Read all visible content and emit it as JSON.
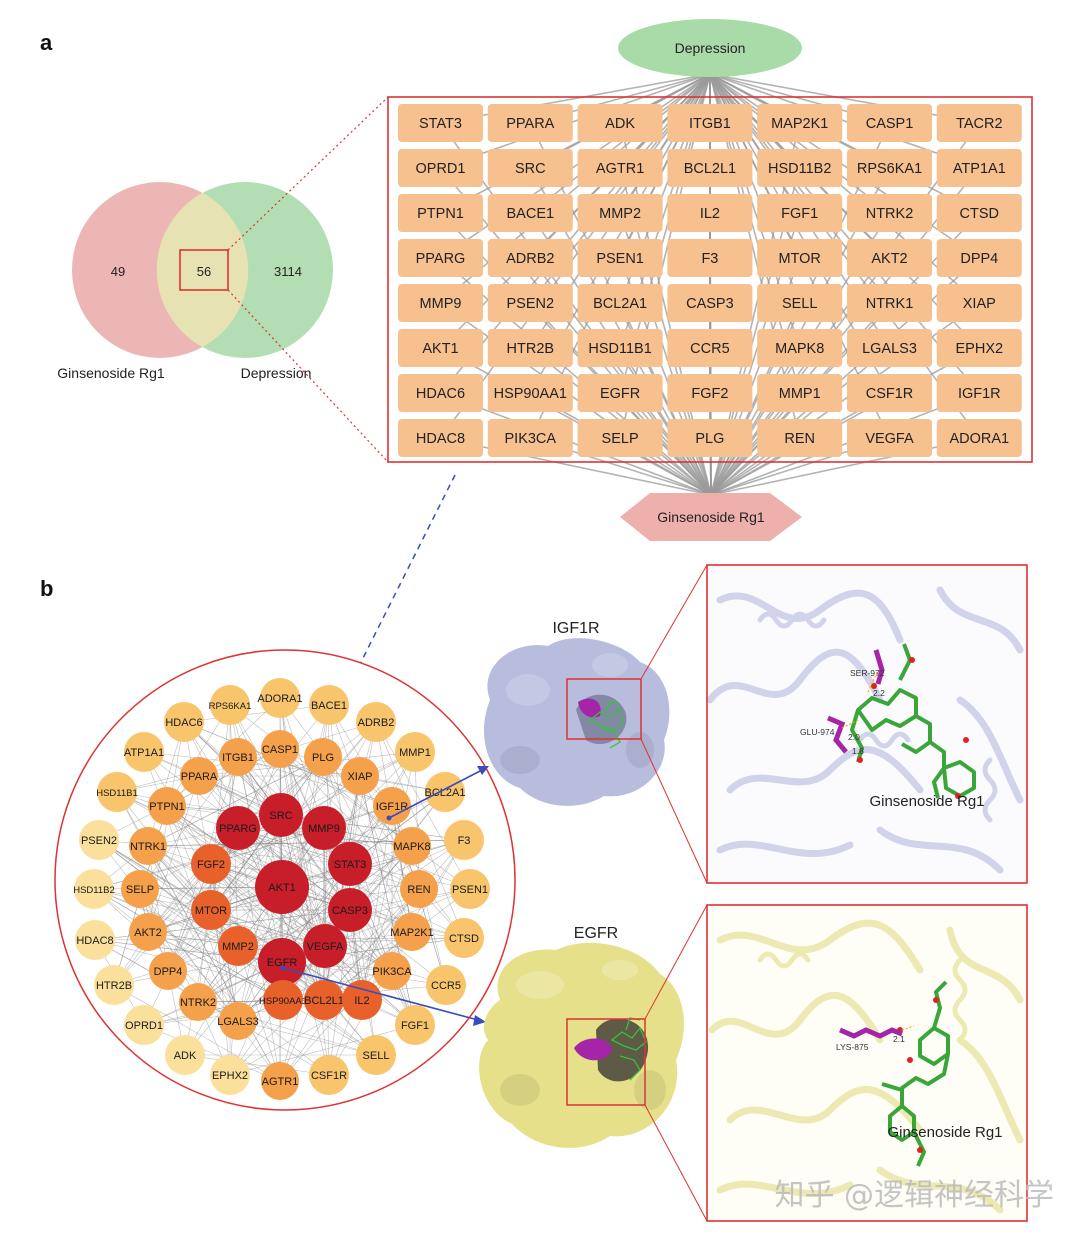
{
  "panels": {
    "a": "a",
    "b": "b"
  },
  "venn": {
    "left_label": "Ginsenoside Rg1",
    "right_label": "Depression",
    "left_only": "49",
    "overlap": "56",
    "right_only": "3114",
    "left_color": "#e8a9a6",
    "right_color": "#a6d7a4",
    "overlap_color": "#e6e2b4"
  },
  "target_network": {
    "top_node": "Depression",
    "bottom_node": "Ginsenoside Rg1",
    "top_color": "#a9dba9",
    "bottom_color": "#eeb0ad",
    "gene_color": "#f7c08f",
    "genes": [
      [
        "STAT3",
        "PPARA",
        "ADK",
        "ITGB1",
        "MAP2K1",
        "CASP1",
        "TACR2"
      ],
      [
        "OPRD1",
        "SRC",
        "AGTR1",
        "BCL2L1",
        "HSD11B2",
        "RPS6KA1",
        "ATP1A1"
      ],
      [
        "PTPN1",
        "BACE1",
        "MMP2",
        "IL2",
        "FGF1",
        "NTRK2",
        "CTSD"
      ],
      [
        "PPARG",
        "ADRB2",
        "PSEN1",
        "F3",
        "MTOR",
        "AKT2",
        "DPP4"
      ],
      [
        "MMP9",
        "PSEN2",
        "BCL2A1",
        "CASP3",
        "SELL",
        "NTRK1",
        "XIAP"
      ],
      [
        "AKT1",
        "HTR2B",
        "HSD11B1",
        "CCR5",
        "MAPK8",
        "LGALS3",
        "EPHX2"
      ],
      [
        "HDAC6",
        "HSP90AA1",
        "EGFR",
        "FGF2",
        "MMP1",
        "CSF1R",
        "IGF1R"
      ],
      [
        "HDAC8",
        "PIK3CA",
        "SELP",
        "PLG",
        "REN",
        "VEGFA",
        "ADORA1"
      ]
    ]
  },
  "ppi_network": {
    "colors": {
      "level1": "#c81e2a",
      "level2": "#e8612b",
      "level3": "#f5a04a",
      "level4": "#f8c46c",
      "level5": "#fbe09c"
    },
    "core": [
      {
        "label": "AKT1",
        "level": 1
      },
      {
        "label": "SRC",
        "level": 1
      },
      {
        "label": "MMP9",
        "level": 1
      },
      {
        "label": "STAT3",
        "level": 1
      },
      {
        "label": "CASP3",
        "level": 1
      },
      {
        "label": "VEGFA",
        "level": 1
      },
      {
        "label": "EGFR",
        "level": 1
      },
      {
        "label": "PPARG",
        "level": 1
      }
    ],
    "ring2": [
      {
        "label": "FGF2",
        "level": 2
      },
      {
        "label": "MTOR",
        "level": 2
      },
      {
        "label": "MMP2",
        "level": 2
      },
      {
        "label": "HSP90AA1",
        "level": 2
      },
      {
        "label": "BCL2L1",
        "level": 2
      },
      {
        "label": "IL2",
        "level": 2
      }
    ],
    "ring3": [
      {
        "label": "ITGB1",
        "level": 3
      },
      {
        "label": "CASP1",
        "level": 3
      },
      {
        "label": "PLG",
        "level": 3
      },
      {
        "label": "XIAP",
        "level": 3
      },
      {
        "label": "IGF1R",
        "level": 3
      },
      {
        "label": "MAPK8",
        "level": 3
      },
      {
        "label": "REN",
        "level": 3
      },
      {
        "label": "MAP2K1",
        "level": 3
      },
      {
        "label": "PIK3CA",
        "level": 3
      },
      {
        "label": "AGTR1",
        "level": 3
      },
      {
        "label": "LGALS3",
        "level": 3
      },
      {
        "label": "NTRK2",
        "level": 3
      },
      {
        "label": "DPP4",
        "level": 3
      },
      {
        "label": "AKT2",
        "level": 3
      },
      {
        "label": "SELP",
        "level": 3
      },
      {
        "label": "NTRK1",
        "level": 3
      },
      {
        "label": "PTPN1",
        "level": 3
      },
      {
        "label": "PPARA",
        "level": 3
      }
    ],
    "ring4": [
      {
        "label": "BACE1",
        "level": 4
      },
      {
        "label": "ADRB2",
        "level": 4
      },
      {
        "label": "MMP1",
        "level": 4
      },
      {
        "label": "BCL2A1",
        "level": 4
      },
      {
        "label": "F3",
        "level": 4
      },
      {
        "label": "PSEN1",
        "level": 4
      },
      {
        "label": "CTSD",
        "level": 4
      },
      {
        "label": "CCR5",
        "level": 4
      },
      {
        "label": "FGF1",
        "level": 4
      },
      {
        "label": "SELL",
        "level": 4
      },
      {
        "label": "CSF1R",
        "level": 4
      },
      {
        "label": "EPHX2",
        "level": 5
      },
      {
        "label": "ADK",
        "level": 5
      },
      {
        "label": "OPRD1",
        "level": 5
      },
      {
        "label": "HTR2B",
        "level": 5
      },
      {
        "label": "HDAC8",
        "level": 5
      },
      {
        "label": "HSD11B2",
        "level": 5
      },
      {
        "label": "PSEN2",
        "level": 5
      },
      {
        "label": "HSD11B1",
        "level": 4
      },
      {
        "label": "ATP1A1",
        "level": 4
      },
      {
        "label": "HDAC6",
        "level": 4
      },
      {
        "label": "RPS6KA1",
        "level": 4
      },
      {
        "label": "ADORA1",
        "level": 4
      }
    ]
  },
  "docking": [
    {
      "protein": "IGF1R",
      "ligand": "Ginsenoside Rg1",
      "surface_color": "#b8bcdd",
      "cartoon_color": "#c9cde6",
      "residues": [
        "SER-972",
        "GLU-974"
      ],
      "distances": [
        "2.2",
        "2.0",
        "1.8"
      ]
    },
    {
      "protein": "EGFR",
      "ligand": "Ginsenoside Rg1",
      "surface_color": "#e6e08a",
      "cartoon_color": "#e9e6a8",
      "residues": [
        "LYS-875"
      ],
      "distances": [
        "2.1"
      ]
    }
  ],
  "watermark": "知乎 @逻辑神经科学"
}
